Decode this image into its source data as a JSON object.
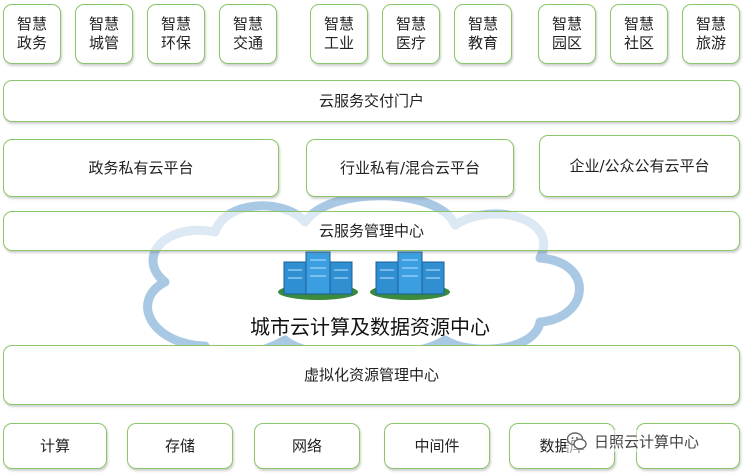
{
  "apps": [
    "智慧\n政务",
    "智慧\n城管",
    "智慧\n环保",
    "智慧\n交通",
    "智慧\n工业",
    "智慧\n医疗",
    "智慧\n教育",
    "智慧\n园区",
    "智慧\n社区",
    "智慧\n旅游"
  ],
  "portal": "云服务交付门户",
  "clouds": [
    "政务私有云平台",
    "行业私有/混合云平台",
    "企业/公众公有云平台"
  ],
  "management": "云服务管理中心",
  "datacenter": "城市云计算及数据资源中心",
  "virtualization": "虚拟化资源管理中心",
  "resources": [
    "计算",
    "存储",
    "网络",
    "中间件",
    "数据库"
  ],
  "watermark": "日照云计算中心",
  "colors": {
    "border": "#8ac66a",
    "cloud": "#a9c8e4",
    "server": "#2f8fd0"
  }
}
